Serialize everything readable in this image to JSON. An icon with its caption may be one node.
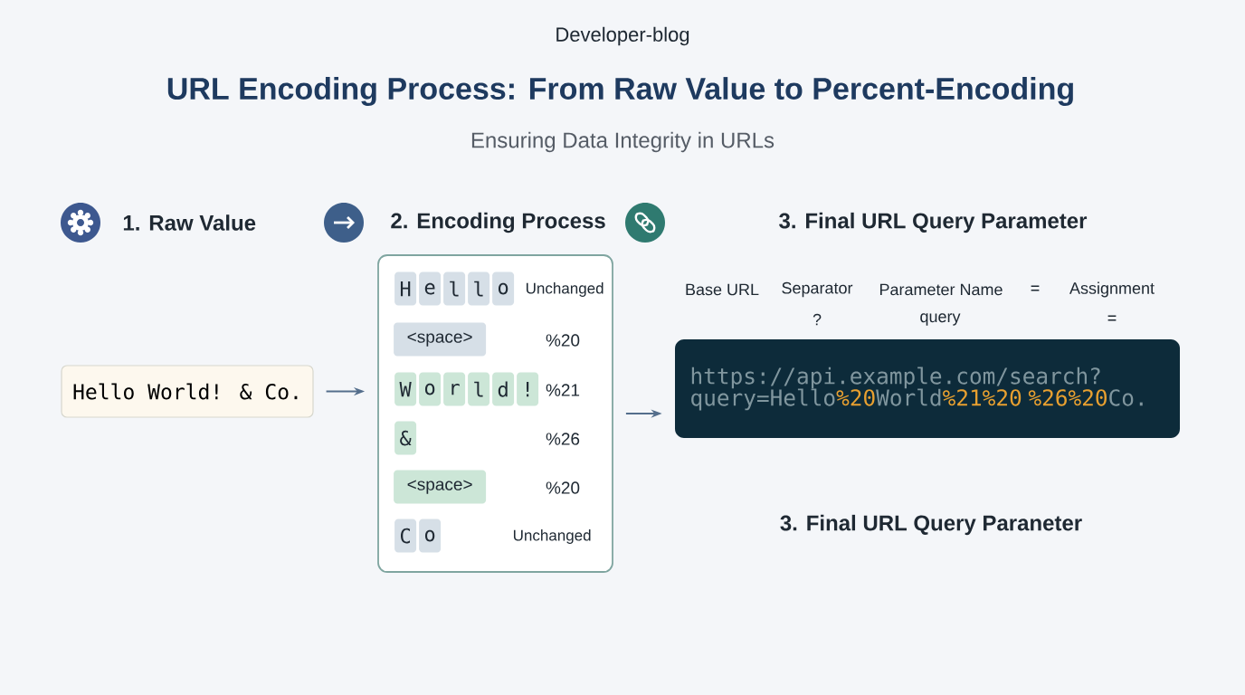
{
  "diagram": {
    "title": "URL Encoding Process: From Raw Value to Percent-Encoding",
    "nodes": [
      {
        "text": [
          "Hello World! & Co."
        ]
      },
      {
        "text": [],
        "shape": "box"
      },
      {
        "text": [
          "H"
        ],
        "in": 1
      },
      {
        "text": [
          "e"
        ],
        "in": 1
      },
      {
        "text": [
          "l"
        ],
        "in": 1
      },
      {
        "text": [
          "l"
        ],
        "in": 1
      },
      {
        "text": [
          "o"
        ],
        "in": 1
      },
      {
        "text": [
          "<space>"
        ],
        "in": 1
      },
      {
        "text": [
          "W"
        ],
        "in": 1
      },
      {
        "text": [
          "o"
        ],
        "in": 1
      },
      {
        "text": [
          "r"
        ],
        "in": 1
      },
      {
        "text": [
          "l"
        ],
        "in": 1
      },
      {
        "text": [
          "d"
        ],
        "in": 1
      },
      {
        "text": [
          "!"
        ],
        "in": 1
      },
      {
        "text": [
          "&"
        ],
        "in": 1
      },
      {
        "text": [
          "<space>"
        ],
        "in": 1
      },
      {
        "text": [
          "C"
        ],
        "in": 1
      },
      {
        "text": [
          "o"
        ],
        "in": 1
      },
      {
        "text": [
          "https://api.example.com/search?",
          "query=Hello",
          "%20",
          "World",
          "%21%20",
          "%26%20",
          "Co."
        ]
      }
    ],
    "edges": [
      {
        "from": 0,
        "to": 1,
        "arrow": "to"
      },
      {
        "from": 1,
        "to": 18,
        "arrow": "to"
      }
    ],
    "labels": [
      "Developer-blog",
      "Ensuring Data Integrity in URLs",
      "1. Raw Value",
      "2. Encoding Process",
      "3. Final URL Query Parameter",
      "Base URL",
      "Separator",
      "Parameter Name",
      "=",
      "Assignment",
      "?",
      "query",
      "=",
      "Unchanged",
      "%20",
      "%21",
      "%26",
      "%20",
      "Unchanged",
      "3. Final URL Query Paraneter"
    ]
  }
}
